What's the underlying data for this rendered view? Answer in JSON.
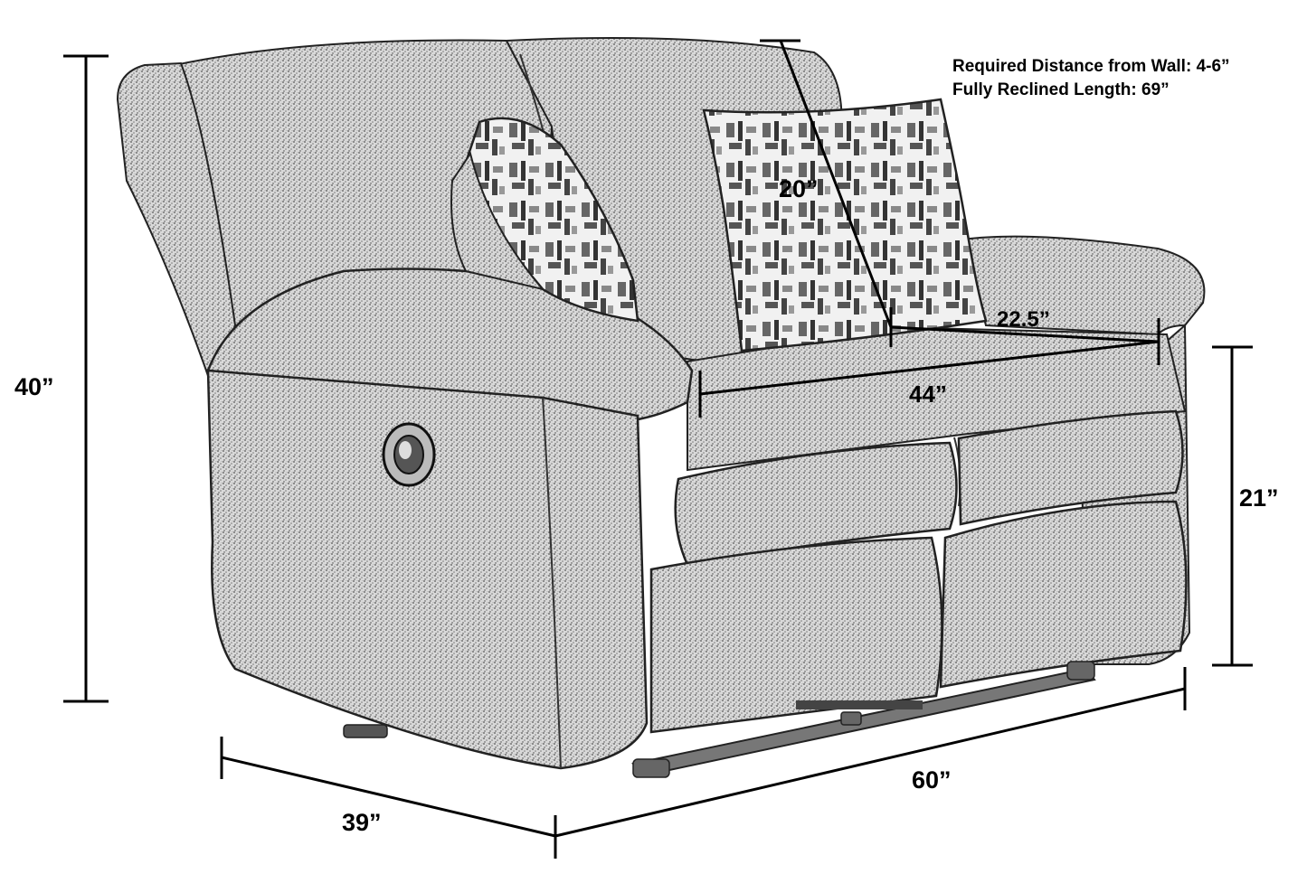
{
  "notes": {
    "wall_distance": "Required Distance from Wall: 4-6”",
    "reclined_length": "Fully Reclined Length: 69”"
  },
  "dimensions": {
    "height": "40”",
    "seat_height": "21”",
    "depth": "39”",
    "width": "60”",
    "seat_width": "44”",
    "seat_depth": "22.5”",
    "back_height": "20”"
  },
  "colors": {
    "ink": "#000000",
    "fabric_fill": "#d6d6d6",
    "pillow_fill": "#eeeeee",
    "background": "#ffffff"
  }
}
